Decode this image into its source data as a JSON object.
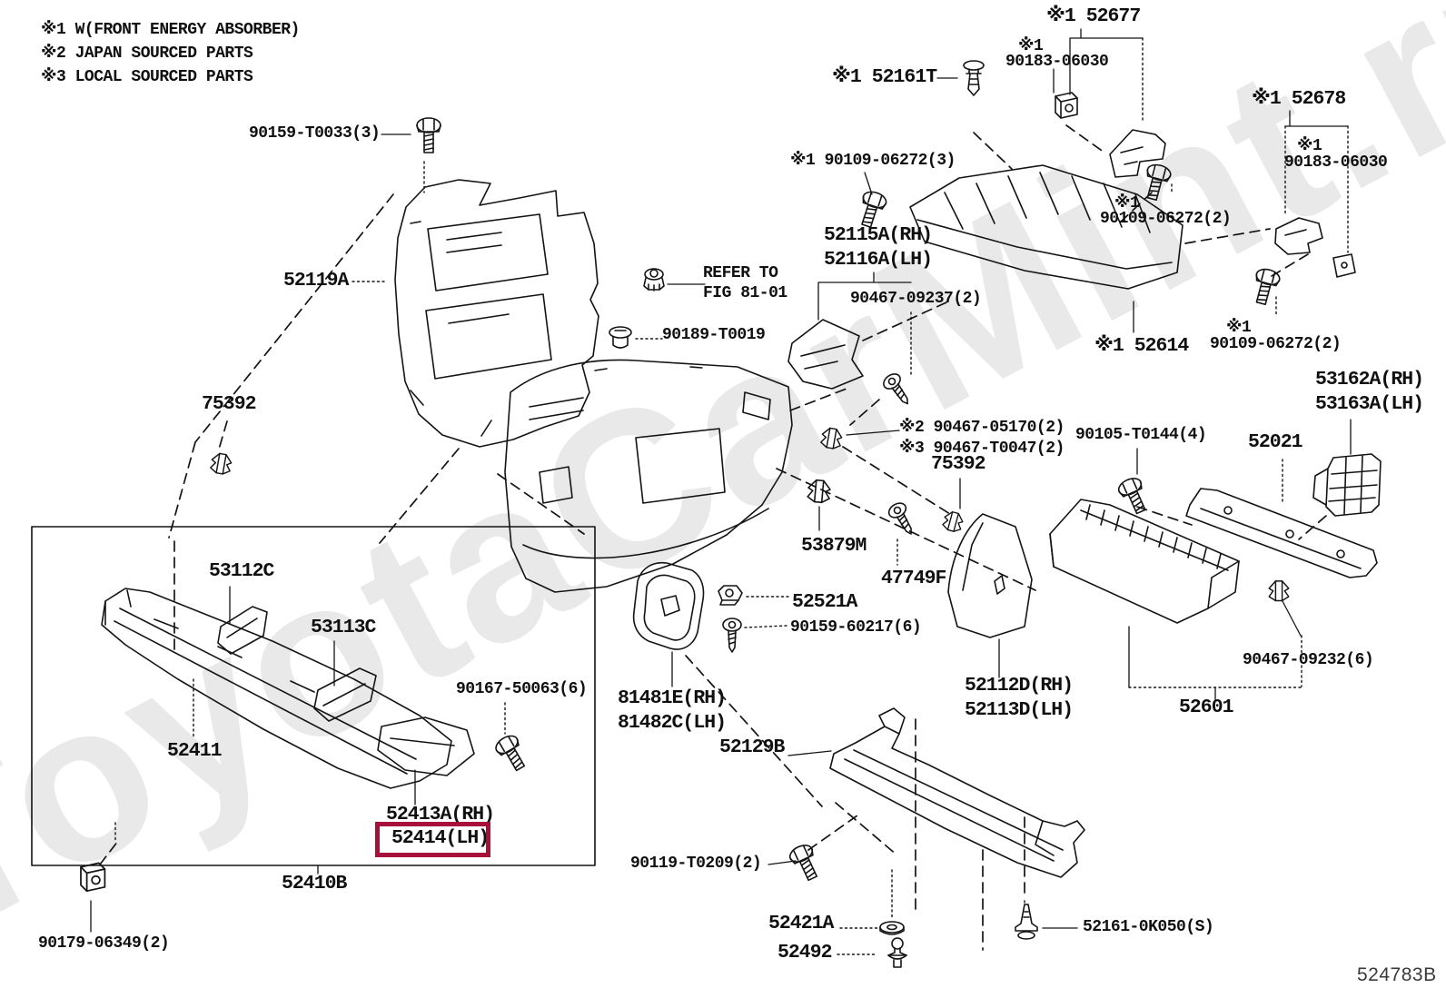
{
  "legend": {
    "lines": "※1 W(FRONT ENERGY ABSORBER)\n※2 JAPAN SOURCED PARTS\n※3 LOCAL SOURCED PARTS"
  },
  "watermark": "ToyotaCarMint.ru",
  "doc_code": "524783B",
  "highlight": {
    "part": "52414(LH)",
    "color": "#a8103c"
  },
  "parts": {
    "bolt_90159_t0033": "90159-T0033(3)",
    "retainer_52119a": "52119A",
    "clip_75392_left": "75392",
    "clip_52161t": "※1 52161T",
    "bracket_52677": "※1 52677",
    "clip_90183_top_sym": "※1",
    "clip_90183_top": "90183-06030",
    "bolt_90109_06272_3": "※1 90109-06272(3)",
    "support_52115a": "52115A(RH)\n52116A(LH)",
    "screw_90467_09237": "90467-09237(2)",
    "refer_note": "REFER TO\nFIG 81-01",
    "grommet_90189_t0019": "90189-T0019",
    "bracket_52678": "※1 52678",
    "clip_90183_right_sym": "※1",
    "clip_90183_right": "90183-06030",
    "bolt_90109_06272_2a_sym": "※1",
    "bolt_90109_06272_2a": "90109-06272(2)",
    "grille_52614": "※1 52614",
    "bolt_90109_06272_2b_sym": "※1",
    "bolt_90109_06272_2b": "90109-06272(2)",
    "bracket_53162a": "53162A(RH)\n53163A(LH)",
    "bar_52021": "52021",
    "clip_90467_05170": "※2 90467-05170(2)",
    "clip_90467_t0047": "※3 90467-T0047(2)",
    "clip_75392_right": "75392",
    "bolt_90105_t0144": "90105-T0144(4)",
    "clip_53879m": "53879M",
    "screw_47749f": "47749F",
    "clip_52521a": "52521A",
    "screw_90159_60217": "90159-60217(6)",
    "pad_81481e": "81481E(RH)\n81482C(LH)",
    "pad_52112d": "52112D(RH)\n52113D(LH)",
    "clip_90467_09232": "90467-09232(6)",
    "bar_52601": "52601",
    "trim_53112c": "53112C",
    "trim_53113c": "53113C",
    "bar_52411": "52411",
    "bolt_90167_50063": "90167-50063(6)",
    "piece_52413a": "52413A(RH)",
    "piece_52414": "52414(LH)",
    "assembly_52410b": "52410B",
    "clip_90179_06349": "90179-06349(2)",
    "cover_52129b": "52129B",
    "bolt_90119_t0209": "90119-T0209(2)",
    "grommet_52421a": "52421A",
    "stud_52492": "52492",
    "pin_52161_0k050": "52161-0K050(S)"
  }
}
